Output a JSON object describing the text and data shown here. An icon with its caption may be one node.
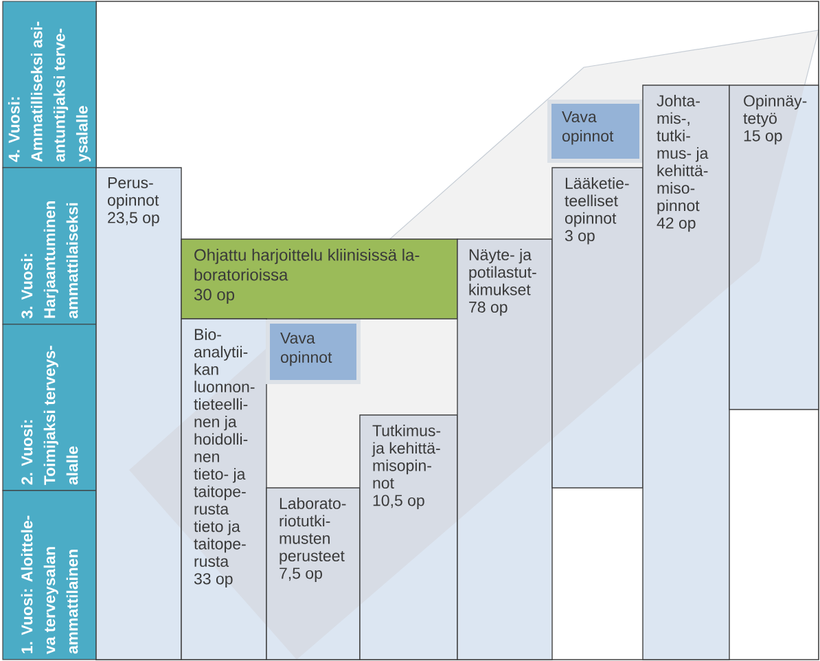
{
  "diagram": {
    "nodes": [
      {
        "text": [
          "4. Vuosi: Ammatilliseksi asi-antuntijaksi terve-ysalalle"
        ]
      },
      {
        "text": [
          "3. Vuosi: Harjaantuminen ammattilaiseksi"
        ]
      },
      {
        "text": [
          "2. Vuosi: Toimijaksi terveys-alalle"
        ]
      },
      {
        "text": [
          "1. Vuosi: Aloittele-va terveysalan ammattilainen"
        ]
      },
      {
        "text": [
          "Perus-opinnot",
          "23,5 op"
        ]
      },
      {
        "text": [
          "Ohjattu harjoittelu kliinisissä la-boratorioissa",
          "30 op"
        ]
      },
      {
        "text": [
          "Bio-analytii-kan luonnon-tieteelli-nen ja hoidolli-nen tieto- ja taitope-rusta tieto ja taitope-rusta",
          "33 op"
        ]
      },
      {
        "text": [
          "Vava opinnot"
        ]
      },
      {
        "text": [
          "Laborato-riotutki-musten perusteet",
          "7,5 op"
        ]
      },
      {
        "text": [
          "Tutkimus- ja kehittä-misopin-not",
          "10,5 op"
        ]
      },
      {
        "text": [
          "Näyte- ja potilastut-kimukset",
          "78 op"
        ]
      },
      {
        "text": [
          "Vava opinnot"
        ]
      },
      {
        "text": [
          "Lääketie-teelliset opinnot",
          "3 op"
        ]
      },
      {
        "text": [
          "Johta-mis-, tutki-mus- ja kehittä-miso-pinnot",
          "42 op"
        ]
      },
      {
        "text": [
          "Opinnäy-tetyö",
          "15 op"
        ]
      }
    ]
  }
}
